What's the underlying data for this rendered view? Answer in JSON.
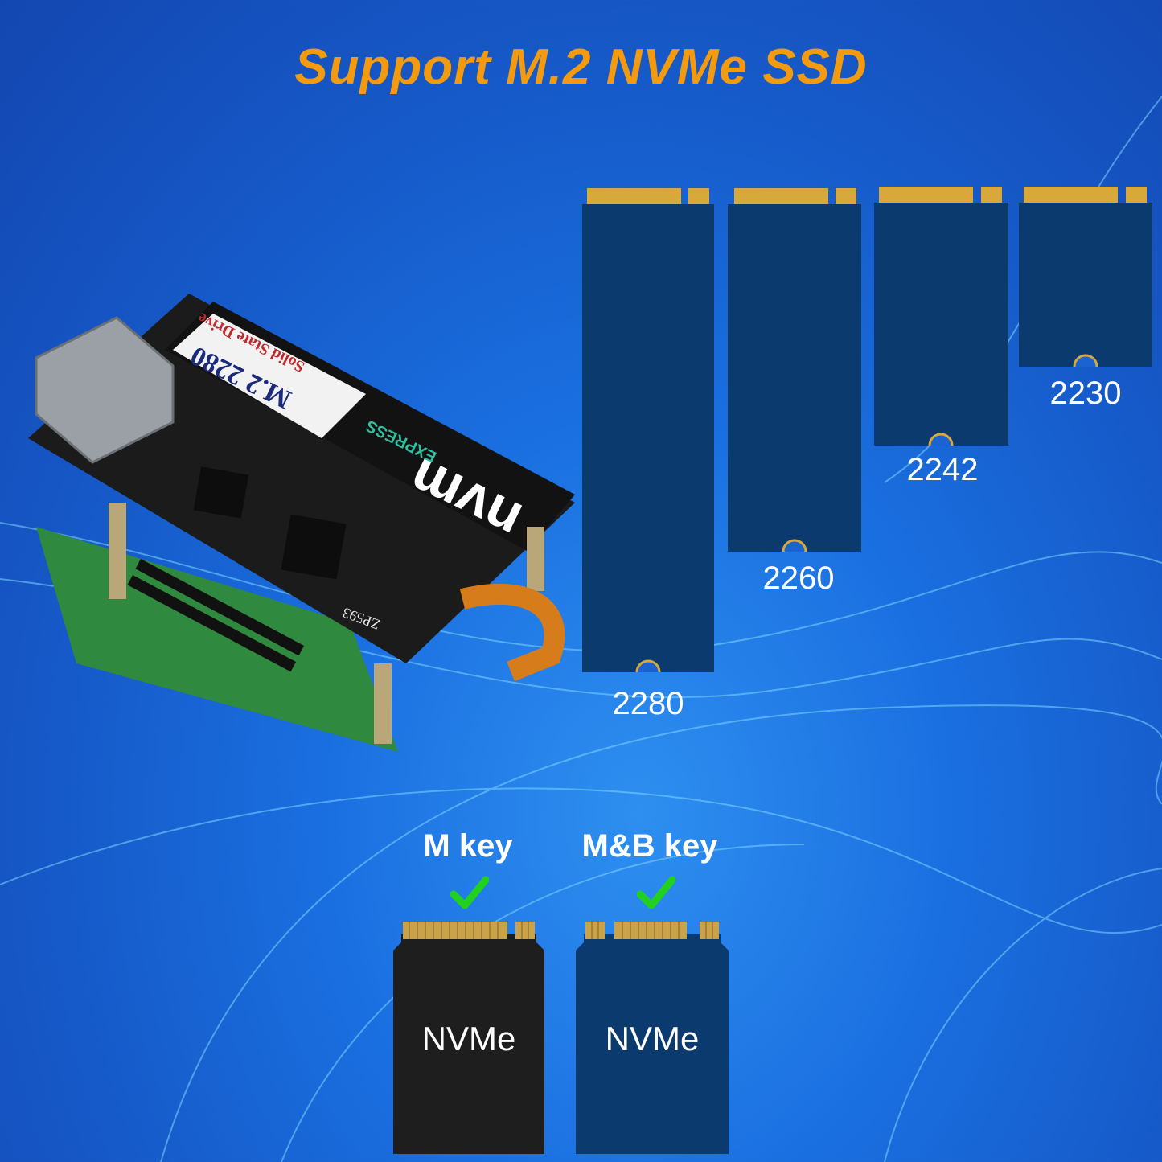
{
  "title": "Support M.2 NVMe SSD",
  "ssd_sizes": [
    "2280",
    "2260",
    "2242",
    "2230"
  ],
  "board": {
    "sticker_model": "M.2 2280",
    "sticker_line": "Solid State Drive",
    "logo_main": "nvm",
    "logo_sub": "EXPRESS",
    "pcb_label": "ZP593"
  },
  "keys": {
    "m_key_label": "M key",
    "mb_key_label": "M&B key",
    "card_text_m": "NVMe",
    "card_text_mb": "NVMe"
  },
  "colors": {
    "title": "#f39a0f",
    "ssd_body": "#0b3a6e",
    "gold_contacts": "#d8a83a",
    "check": "#22d11e",
    "m_card": "#1e1e1e"
  }
}
